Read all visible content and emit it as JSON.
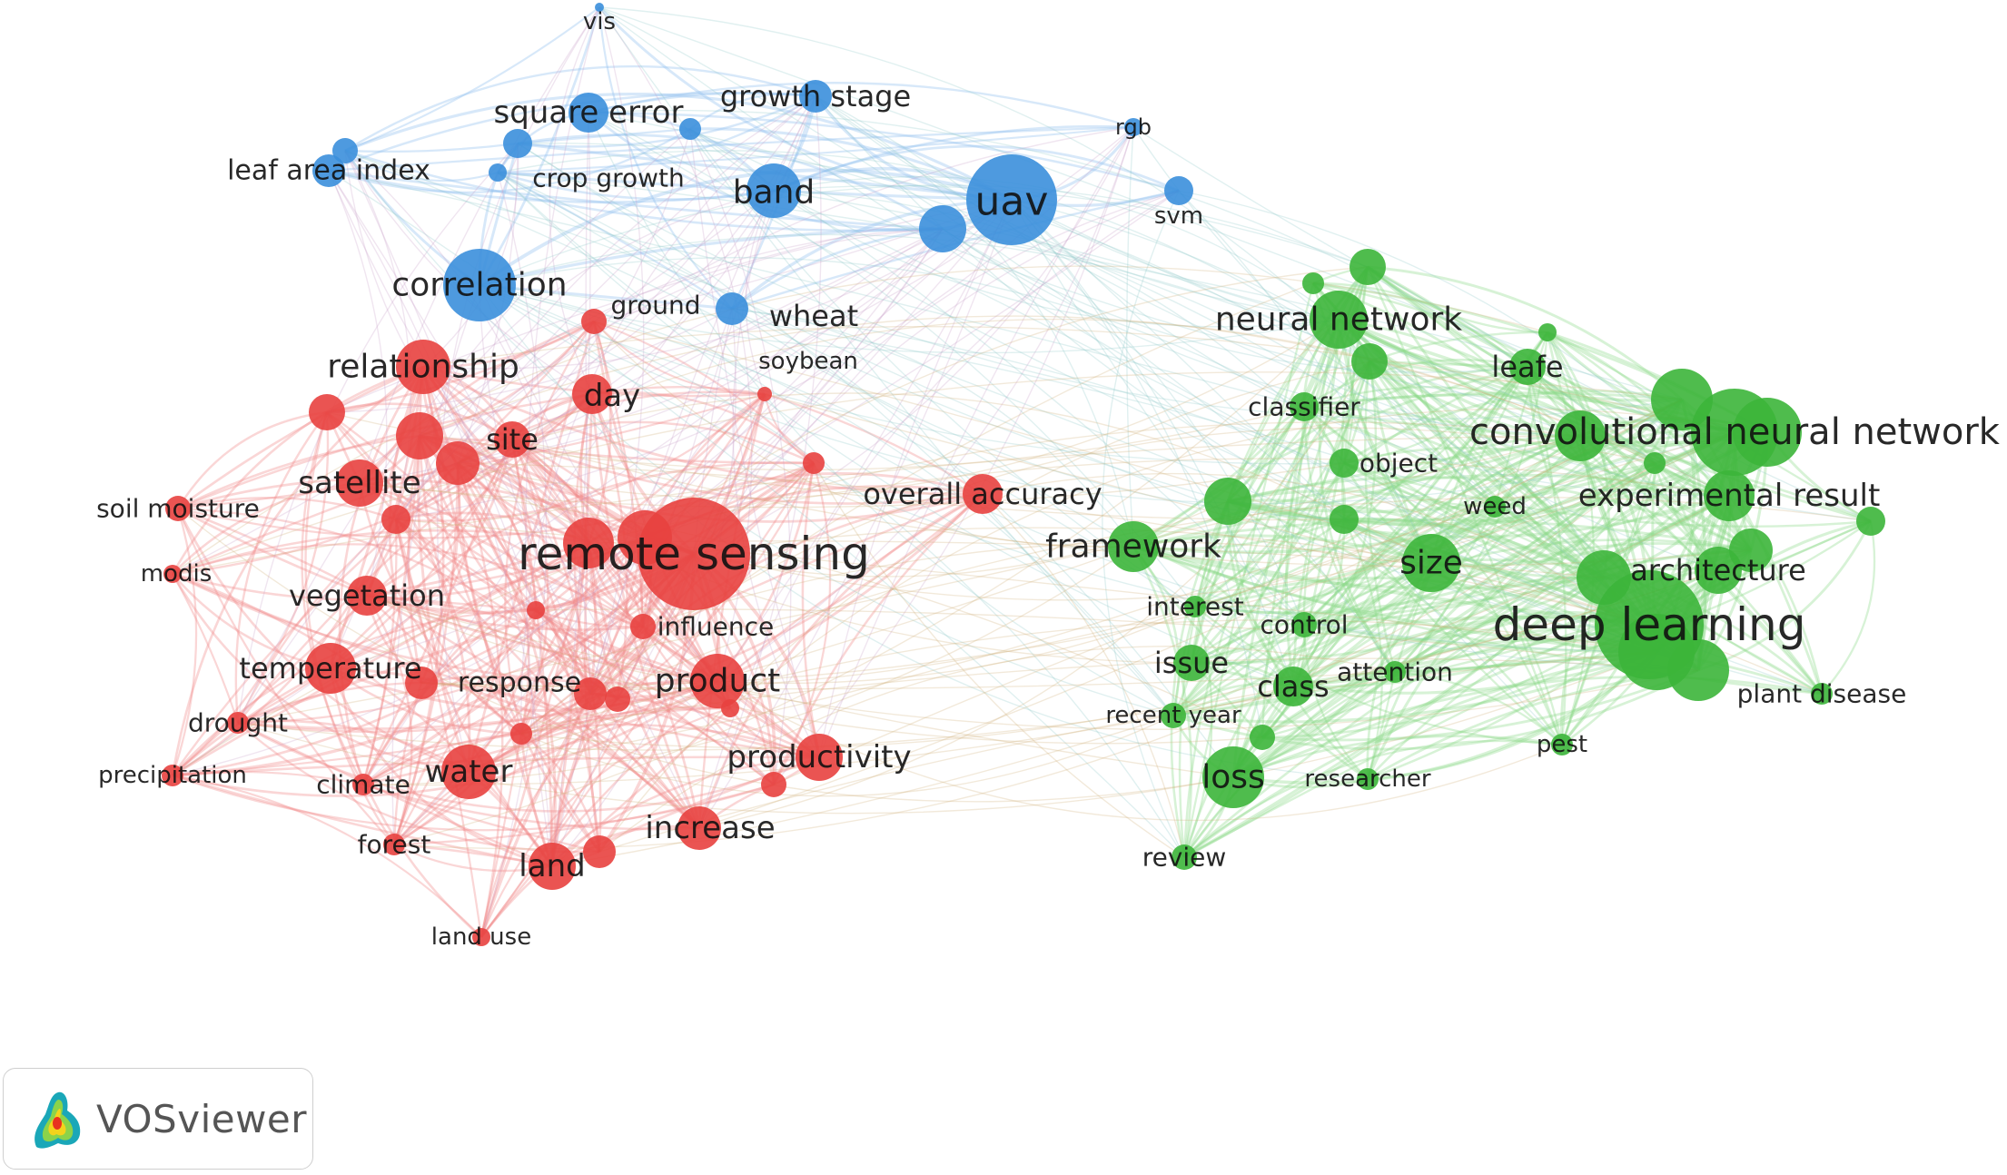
{
  "colors": {
    "red": "#e8413f",
    "blue": "#3b8fdc",
    "green": "#3cb53a",
    "red_link": "#f08a8a",
    "blue_link": "#8bbcee",
    "green_link": "#8bd98a"
  },
  "logo": {
    "text": "VOSviewer"
  },
  "nodes": [
    {
      "id": "vis",
      "label": "vis",
      "c": "blue",
      "s": 5
    },
    {
      "id": "growth_stage",
      "label": "growth stage",
      "c": "blue",
      "s": 18
    },
    {
      "id": "square_error",
      "label": "square error",
      "c": "blue",
      "s": 22
    },
    {
      "id": "rgb",
      "label": "rgb",
      "c": "blue",
      "s": 10
    },
    {
      "id": "leaf_area_index",
      "label": "leaf area index",
      "c": "blue",
      "s": 18
    },
    {
      "id": "crop_growth",
      "label": "crop growth",
      "c": "blue",
      "s": 10
    },
    {
      "id": "band",
      "label": "band",
      "c": "blue",
      "s": 30
    },
    {
      "id": "uav",
      "label": "uav",
      "c": "blue",
      "s": 50
    },
    {
      "id": "svm",
      "label": "svm",
      "c": "blue",
      "s": 16
    },
    {
      "id": "correlation",
      "label": "correlation",
      "c": "blue",
      "s": 40
    },
    {
      "id": "ground",
      "label": "ground",
      "c": "red",
      "s": 14
    },
    {
      "id": "wheat",
      "label": "wheat",
      "c": "blue",
      "s": 18
    },
    {
      "id": "soybean",
      "label": "soybean",
      "c": "red",
      "s": 8
    },
    {
      "id": "relationship",
      "label": "relationship",
      "c": "red",
      "s": 30
    },
    {
      "id": "day",
      "label": "day",
      "c": "red",
      "s": 22
    },
    {
      "id": "site",
      "label": "site",
      "c": "red",
      "s": 20
    },
    {
      "id": "satellite",
      "label": "satellite",
      "c": "red",
      "s": 26
    },
    {
      "id": "soil_moisture",
      "label": "soil moisture",
      "c": "red",
      "s": 14
    },
    {
      "id": "overall_accuracy",
      "label": "overall accuracy",
      "c": "red",
      "s": 22
    },
    {
      "id": "remote_sensing",
      "label": "remote sensing",
      "c": "red",
      "s": 62
    },
    {
      "id": "modis",
      "label": "modis",
      "c": "red",
      "s": 10
    },
    {
      "id": "vegetation",
      "label": "vegetation",
      "c": "red",
      "s": 22
    },
    {
      "id": "influence",
      "label": "influence",
      "c": "red",
      "s": 14
    },
    {
      "id": "temperature",
      "label": "temperature",
      "c": "red",
      "s": 28
    },
    {
      "id": "response",
      "label": "response",
      "c": "red",
      "s": 18
    },
    {
      "id": "product",
      "label": "product",
      "c": "red",
      "s": 30
    },
    {
      "id": "drought",
      "label": "drought",
      "c": "red",
      "s": 12
    },
    {
      "id": "precipitation",
      "label": "precipitation",
      "c": "red",
      "s": 12
    },
    {
      "id": "climate",
      "label": "climate",
      "c": "red",
      "s": 12
    },
    {
      "id": "water",
      "label": "water",
      "c": "red",
      "s": 30
    },
    {
      "id": "productivity",
      "label": "productivity",
      "c": "red",
      "s": 26
    },
    {
      "id": "forest",
      "label": "forest",
      "c": "red",
      "s": 12
    },
    {
      "id": "land",
      "label": "land",
      "c": "red",
      "s": 26
    },
    {
      "id": "increase",
      "label": "increase",
      "c": "red",
      "s": 24
    },
    {
      "id": "land_use",
      "label": "land use",
      "c": "red",
      "s": 10
    },
    {
      "id": "neural_network",
      "label": "neural network",
      "c": "green",
      "s": 32
    },
    {
      "id": "leafe",
      "label": "leafe",
      "c": "green",
      "s": 20
    },
    {
      "id": "classifier",
      "label": "classifier",
      "c": "green",
      "s": 16
    },
    {
      "id": "convolutional_neural_network",
      "label": "convolutional neural network",
      "c": "green",
      "s": 48
    },
    {
      "id": "object",
      "label": "object",
      "c": "green",
      "s": 16
    },
    {
      "id": "experimental_result",
      "label": "experimental result",
      "c": "green",
      "s": 28
    },
    {
      "id": "weed",
      "label": "weed",
      "c": "green",
      "s": 12
    },
    {
      "id": "framework",
      "label": "framework",
      "c": "green",
      "s": 28
    },
    {
      "id": "size",
      "label": "size",
      "c": "green",
      "s": 32
    },
    {
      "id": "architecture",
      "label": "architecture",
      "c": "green",
      "s": 26
    },
    {
      "id": "interest",
      "label": "interest",
      "c": "green",
      "s": 12
    },
    {
      "id": "control",
      "label": "control",
      "c": "green",
      "s": 14
    },
    {
      "id": "deep_learning",
      "label": "deep learning",
      "c": "green",
      "s": 60
    },
    {
      "id": "issue",
      "label": "issue",
      "c": "green",
      "s": 20
    },
    {
      "id": "class",
      "label": "class",
      "c": "green",
      "s": 22
    },
    {
      "id": "attention",
      "label": "attention",
      "c": "green",
      "s": 12
    },
    {
      "id": "plant_disease",
      "label": "plant disease",
      "c": "green",
      "s": 12
    },
    {
      "id": "recent_year",
      "label": "recent year",
      "c": "green",
      "s": 14
    },
    {
      "id": "pest",
      "label": "pest",
      "c": "green",
      "s": 12
    },
    {
      "id": "loss",
      "label": "loss",
      "c": "green",
      "s": 34
    },
    {
      "id": "researcher",
      "label": "researcher",
      "c": "green",
      "s": 12
    },
    {
      "id": "review",
      "label": "review",
      "c": "green",
      "s": 14
    }
  ],
  "extra_bubbles": [
    {
      "c": "blue",
      "s": 14
    },
    {
      "c": "blue",
      "s": 16
    },
    {
      "c": "blue",
      "s": 26
    },
    {
      "c": "blue",
      "s": 12
    },
    {
      "c": "red",
      "s": 30
    },
    {
      "c": "red",
      "s": 20
    },
    {
      "c": "red",
      "s": 24
    },
    {
      "c": "red",
      "s": 28
    },
    {
      "c": "red",
      "s": 16
    },
    {
      "c": "red",
      "s": 12
    },
    {
      "c": "red",
      "s": 18
    },
    {
      "c": "red",
      "s": 14
    },
    {
      "c": "red",
      "s": 10
    },
    {
      "c": "red",
      "s": 12
    },
    {
      "c": "red",
      "s": 10
    },
    {
      "c": "red",
      "s": 14
    },
    {
      "c": "red",
      "s": 26
    },
    {
      "c": "red",
      "s": 18
    },
    {
      "c": "green",
      "s": 26
    },
    {
      "c": "green",
      "s": 20
    },
    {
      "c": "green",
      "s": 16
    },
    {
      "c": "green",
      "s": 28
    },
    {
      "c": "green",
      "s": 34
    },
    {
      "c": "green",
      "s": 38
    },
    {
      "c": "green",
      "s": 30
    },
    {
      "c": "green",
      "s": 12
    },
    {
      "c": "green",
      "s": 10
    },
    {
      "c": "green",
      "s": 20
    },
    {
      "c": "green",
      "s": 14
    },
    {
      "c": "green",
      "s": 12
    },
    {
      "c": "green",
      "s": 24
    },
    {
      "c": "green",
      "s": 34
    },
    {
      "c": "green",
      "s": 42
    },
    {
      "c": "green",
      "s": 16
    }
  ]
}
